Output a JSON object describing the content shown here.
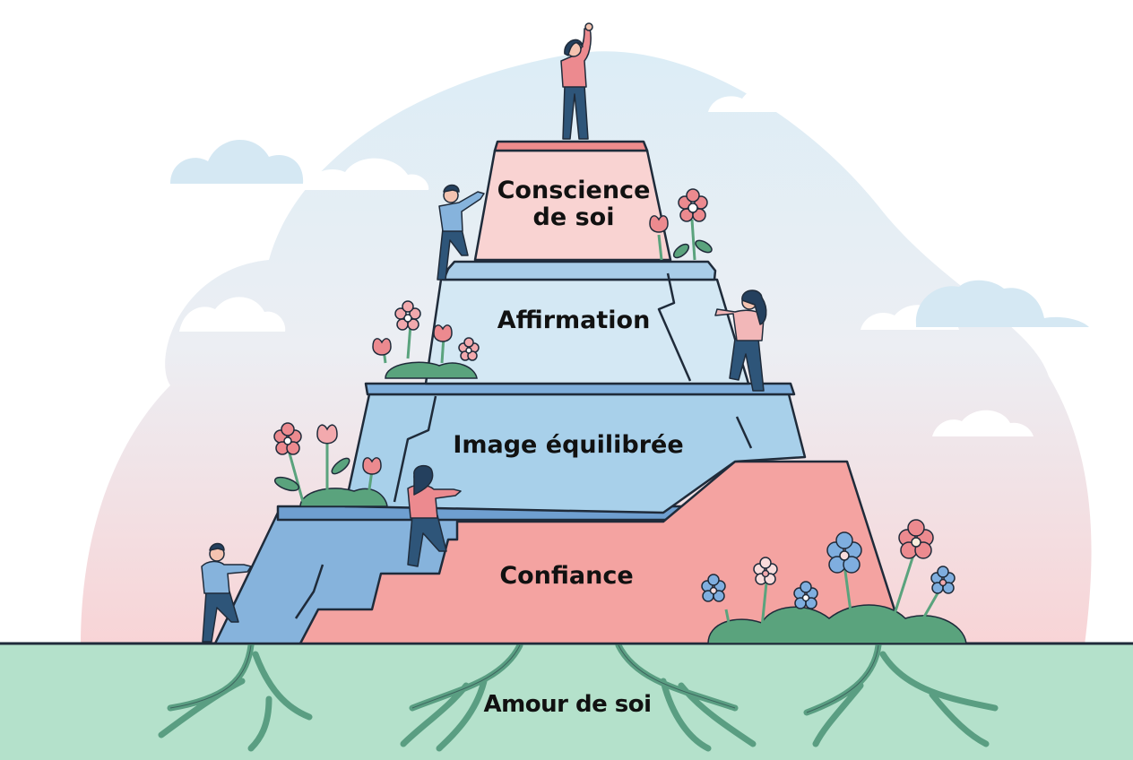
{
  "diagram": {
    "type": "pyramid",
    "language": "fr",
    "tiers": [
      {
        "level": 1,
        "label_line1": "Conscience",
        "label_line2": "de soi",
        "color": "#f9d3d2",
        "cap_color": "#ee8c8c"
      },
      {
        "level": 2,
        "label": "Affirmation",
        "color": "#d4e8f4",
        "cap_color": "#a9cde8"
      },
      {
        "level": 3,
        "label": "Image équilibrée",
        "color": "#a8d0ea",
        "cap_color": "#7faedb"
      },
      {
        "level": 4,
        "label": "Confiance",
        "color": "#f4a3a1",
        "side_color": "#86b3dc"
      }
    ],
    "foundation": {
      "label": "Amour de soi",
      "color": "#b4e1cb",
      "root_color": "#5a9e82"
    },
    "figures": [
      {
        "position": "summit",
        "pose": "raised-fist"
      },
      {
        "position": "tier-1-left",
        "pose": "climbing"
      },
      {
        "position": "tier-2-right",
        "pose": "climbing"
      },
      {
        "position": "tier-3-left",
        "pose": "climbing-stairs"
      },
      {
        "position": "tier-4-left",
        "pose": "climbing"
      }
    ],
    "decorations": [
      "clouds",
      "flowers",
      "roots",
      "background-hill"
    ]
  },
  "colors": {
    "outline": "#1f2b3a",
    "bg_hill_top": "#d9ecf5",
    "bg_hill_bottom": "#f8d9da",
    "cloud_blue": "#d5e8f3",
    "cloud_white": "#ffffff",
    "leaf": "#5aa37d",
    "flower_pink": "#ec8a8f",
    "flower_blue": "#7faedf",
    "flower_light": "#f8dcdc"
  }
}
